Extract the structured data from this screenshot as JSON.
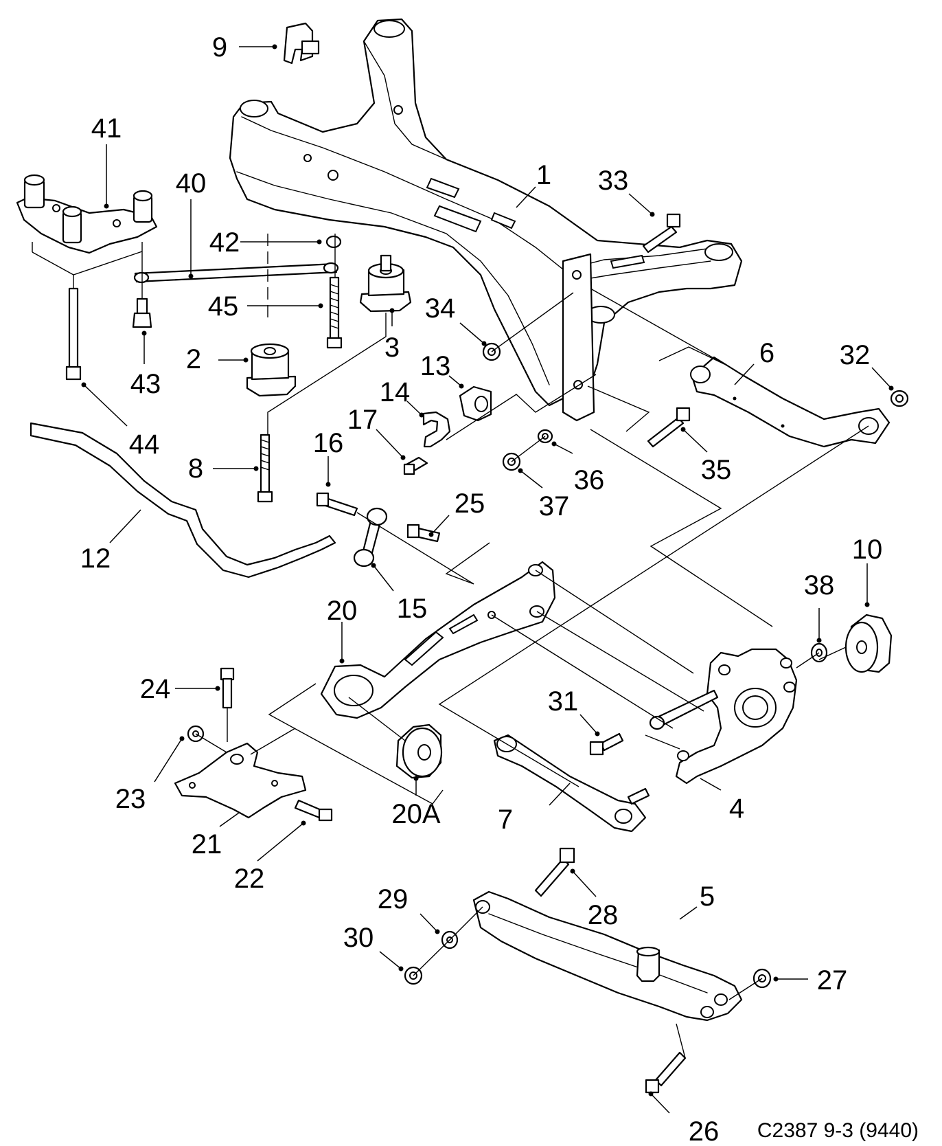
{
  "diagram_code": "C2387 9-3 (9440)",
  "callouts": [
    {
      "id": "1",
      "label": "1"
    },
    {
      "id": "2",
      "label": "2"
    },
    {
      "id": "3",
      "label": "3"
    },
    {
      "id": "4",
      "label": "4"
    },
    {
      "id": "5",
      "label": "5"
    },
    {
      "id": "6",
      "label": "6"
    },
    {
      "id": "7",
      "label": "7"
    },
    {
      "id": "8",
      "label": "8"
    },
    {
      "id": "9",
      "label": "9"
    },
    {
      "id": "10",
      "label": "10"
    },
    {
      "id": "12",
      "label": "12"
    },
    {
      "id": "13",
      "label": "13"
    },
    {
      "id": "14",
      "label": "14"
    },
    {
      "id": "15",
      "label": "15"
    },
    {
      "id": "16",
      "label": "16"
    },
    {
      "id": "17",
      "label": "17"
    },
    {
      "id": "20",
      "label": "20"
    },
    {
      "id": "20A",
      "label": "20A"
    },
    {
      "id": "21",
      "label": "21"
    },
    {
      "id": "22",
      "label": "22"
    },
    {
      "id": "23",
      "label": "23"
    },
    {
      "id": "24",
      "label": "24"
    },
    {
      "id": "25",
      "label": "25"
    },
    {
      "id": "26",
      "label": "26"
    },
    {
      "id": "27",
      "label": "27"
    },
    {
      "id": "28",
      "label": "28"
    },
    {
      "id": "29",
      "label": "29"
    },
    {
      "id": "30",
      "label": "30"
    },
    {
      "id": "31",
      "label": "31"
    },
    {
      "id": "32",
      "label": "32"
    },
    {
      "id": "33",
      "label": "33"
    },
    {
      "id": "34",
      "label": "34"
    },
    {
      "id": "35",
      "label": "35"
    },
    {
      "id": "36",
      "label": "36"
    },
    {
      "id": "37",
      "label": "37"
    },
    {
      "id": "38",
      "label": "38"
    },
    {
      "id": "40",
      "label": "40"
    },
    {
      "id": "41",
      "label": "41"
    },
    {
      "id": "42",
      "label": "42"
    },
    {
      "id": "43",
      "label": "43"
    },
    {
      "id": "44",
      "label": "44"
    },
    {
      "id": "45",
      "label": "45"
    }
  ]
}
